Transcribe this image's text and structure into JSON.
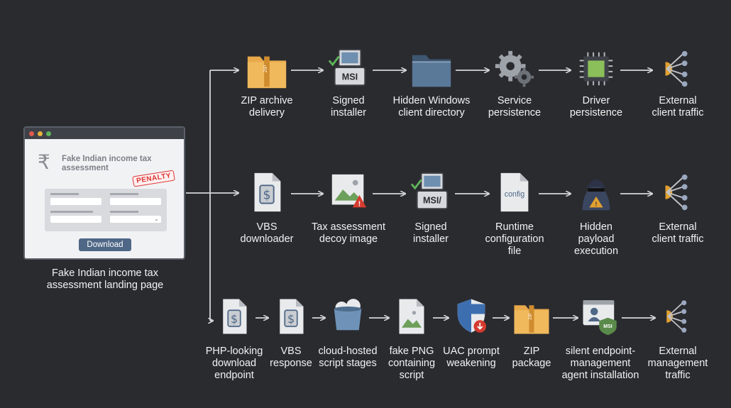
{
  "landing": {
    "page_title": "Fake Indian income tax\nassessment",
    "stamp": "PENALTY",
    "button": "Download",
    "caption": "Fake Indian income tax\nassessment landing page",
    "rupee": "₹"
  },
  "rows": [
    {
      "name": "row1",
      "nodes": [
        {
          "icon": "zip-folder-icon",
          "label": "ZIP archive\ndelivery"
        },
        {
          "icon": "signed-installer-icon",
          "label": "Signed\ninstaller"
        },
        {
          "icon": "folder-icon",
          "label": "Hidden Windows\nclient directory"
        },
        {
          "icon": "gears-icon",
          "label": "Service\npersistence"
        },
        {
          "icon": "chip-icon",
          "label": "Driver\npersistence"
        },
        {
          "icon": "network-fanout-icon",
          "label": "External\nclient traffic"
        }
      ]
    },
    {
      "name": "row2",
      "nodes": [
        {
          "icon": "script-file-icon",
          "label": "VBS\ndownloader"
        },
        {
          "icon": "decoy-image-icon",
          "label": "Tax assessment\ndecoy image"
        },
        {
          "icon": "signed-installer-icon",
          "label": "Signed\ninstaller"
        },
        {
          "icon": "config-file-icon",
          "label": "Runtime\nconfiguration\nfile"
        },
        {
          "icon": "hooded-figure-icon",
          "label": "Hidden\npayload\nexecution"
        },
        {
          "icon": "network-fanout-icon",
          "label": "External\nclient traffic"
        }
      ]
    },
    {
      "name": "row3",
      "nodes": [
        {
          "icon": "script-file-icon",
          "label": "PHP-looking\ndownload\nendpoint"
        },
        {
          "icon": "script-file-icon",
          "label": "VBS\nresponse"
        },
        {
          "icon": "cloud-bucket-icon",
          "label": "cloud-hosted\nscript stages"
        },
        {
          "icon": "image-file-icon",
          "label": "fake PNG\ncontaining\nscript"
        },
        {
          "icon": "uac-shield-icon",
          "label": "UAC prompt\nweakening"
        },
        {
          "icon": "zip-folder-icon",
          "label": "ZIP\npackage"
        },
        {
          "icon": "agent-install-icon",
          "label": "silent endpoint-\nmanagement\nagent installation"
        },
        {
          "icon": "network-fanout-icon",
          "label": "External\nmanagement\ntraffic"
        }
      ]
    }
  ],
  "icon_text": {
    "msi": "MSI",
    "msi2": "MSI/",
    "config": "config",
    "zip": "ZIP",
    "script": "$"
  },
  "colors": {
    "bg": "#2a2b2f",
    "line": "#d4d6da",
    "zip": "#e8a94a",
    "folder": "#5a7898",
    "bucket": "#6f93b8",
    "chip": "#8bbf5a",
    "warn": "#e0a030",
    "alert": "#d53b2f"
  }
}
